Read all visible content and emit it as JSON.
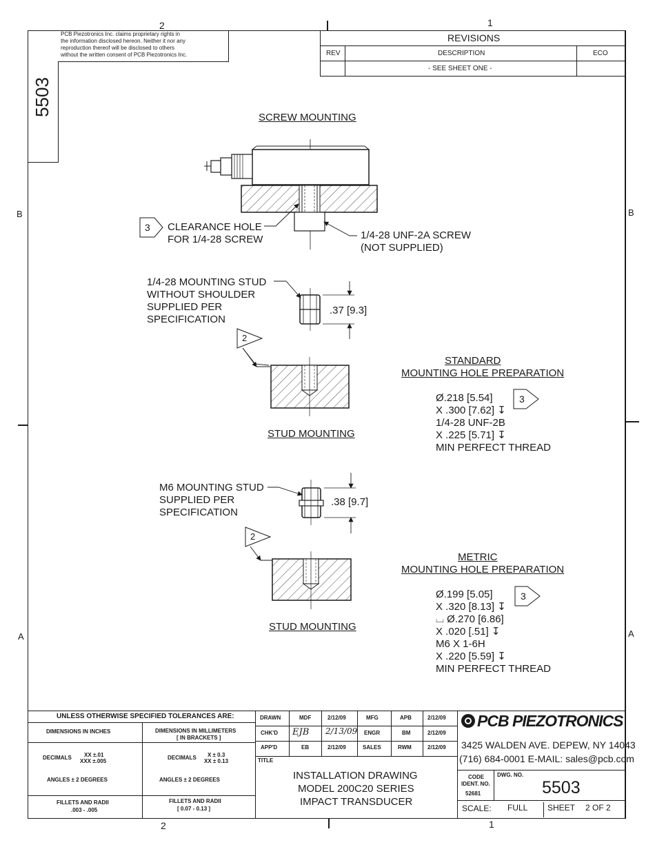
{
  "zones": {
    "top_left": "2",
    "top_right": "1",
    "bottom_left": "2",
    "bottom_right": "1",
    "left_b": "B",
    "right_b": "B",
    "left_a": "A",
    "right_a": "A"
  },
  "proprietary_notice": [
    "PCB Piezotronics Inc. claims proprietary rights in",
    "the information disclosed hereon.  Neither it nor any",
    "reproduction thereof will be disclosed to others",
    "without the written consent of PCB Piezotronics Inc."
  ],
  "side_drawing_number": "5503",
  "revisions": {
    "title": "REVISIONS",
    "col_rev": "REV",
    "col_description": "DESCRIPTION",
    "col_eco": "ECO",
    "row_description": "- SEE SHEET ONE -"
  },
  "screw_mounting": {
    "title": "SCREW MOUNTING",
    "note_number": "3",
    "clearance_hole_line1": "CLEARANCE HOLE",
    "clearance_hole_line2": "FOR 1/4-28 SCREW",
    "screw_line1": "1/4-28 UNF-2A SCREW",
    "screw_line2": "(NOT SUPPLIED)"
  },
  "stud_mounting_1": {
    "stud_lines": [
      "1/4-28 MOUNTING STUD",
      "WITHOUT SHOULDER",
      "SUPPLIED PER",
      "SPECIFICATION"
    ],
    "dimension": ".37 [9.3]",
    "note_number": "2",
    "title": "STUD MOUNTING"
  },
  "standard_prep": {
    "title_line1": "STANDARD",
    "title_line2": "MOUNTING HOLE PREPARATION",
    "note_number": "3",
    "lines": [
      "Ø.218 [5.54]",
      "X .300 [7.62] ↧",
      "1/4-28 UNF-2B",
      "X .225 [5.71] ↧",
      "MIN PERFECT THREAD"
    ]
  },
  "stud_mounting_2": {
    "stud_lines": [
      "M6 MOUNTING STUD",
      "SUPPLIED PER",
      "SPECIFICATION"
    ],
    "dimension": ".38 [9.7]",
    "note_number": "2",
    "title": "STUD MOUNTING"
  },
  "metric_prep": {
    "title_line1": "METRIC",
    "title_line2": "MOUNTING HOLE PREPARATION",
    "note_number": "3",
    "lines": [
      "Ø.199 [5.05]",
      "X .320 [8.13] ↧",
      "⌴ Ø.270 [6.86]",
      "X .020 [.51] ↧",
      "M6 X 1-6H",
      "X .220 [5.59] ↧",
      "MIN PERFECT THREAD"
    ]
  },
  "tolerances": {
    "header": "UNLESS OTHERWISE SPECIFIED TOLERANCES ARE:",
    "inches_header": "DIMENSIONS  IN INCHES",
    "mm_header_line1": "DIMENSIONS IN MILLIMETERS",
    "mm_header_line2": "[ IN BRACKETS ]",
    "inches_decimals_label": "DECIMALS",
    "inches_decimals_values": [
      "XX  ±.01",
      "XXX  ±.005"
    ],
    "mm_decimals_label": "DECIMALS",
    "mm_decimals_values": [
      "X   ± 0.3",
      "XX  ± 0.13"
    ],
    "inches_angles": "ANGLES  ± 2 DEGREES",
    "mm_angles": "ANGLES  ± 2 DEGREES",
    "inches_fillets_line1": "FILLETS AND RADII",
    "inches_fillets_line2": ".003 - .005",
    "mm_fillets_line1": "FILLETS AND RADII",
    "mm_fillets_line2": "[ 0.07 - 0.13 ]"
  },
  "signoffs": [
    {
      "role": "DRAWN",
      "initials": "MDF",
      "date": "2/12/09",
      "role2": "MFG",
      "initials2": "APB",
      "date2": "2/12/09"
    },
    {
      "role": "CHK'D",
      "initials": "EJB",
      "date": "2/13/09",
      "role2": "ENGR",
      "initials2": "BM",
      "date2": "2/12/09"
    },
    {
      "role": "APP'D",
      "initials": "EB",
      "date": "2/12/09",
      "role2": "SALES",
      "initials2": "RWM",
      "date2": "2/12/09"
    }
  ],
  "title_block": {
    "title_label": "TITLE",
    "title_lines": [
      "INSTALLATION DRAWING",
      "MODEL 200C20 SERIES",
      "IMPACT TRANSDUCER"
    ],
    "company_name": "PCB PIEZOTRONICS",
    "address": "3425 WALDEN AVE. DEPEW, NY 14043",
    "contact": "(716)  684-0001 E-MAIL:  sales@pcb.com",
    "code_ident_label_line1": "CODE",
    "code_ident_label_line2": "IDENT. NO.",
    "code_ident_value": "52681",
    "dwg_no_label": "DWG. NO.",
    "dwg_no_value": "5503",
    "scale_label": "SCALE:",
    "scale_value": "FULL",
    "sheet_label": "SHEET",
    "sheet_value": "2 OF 2"
  }
}
